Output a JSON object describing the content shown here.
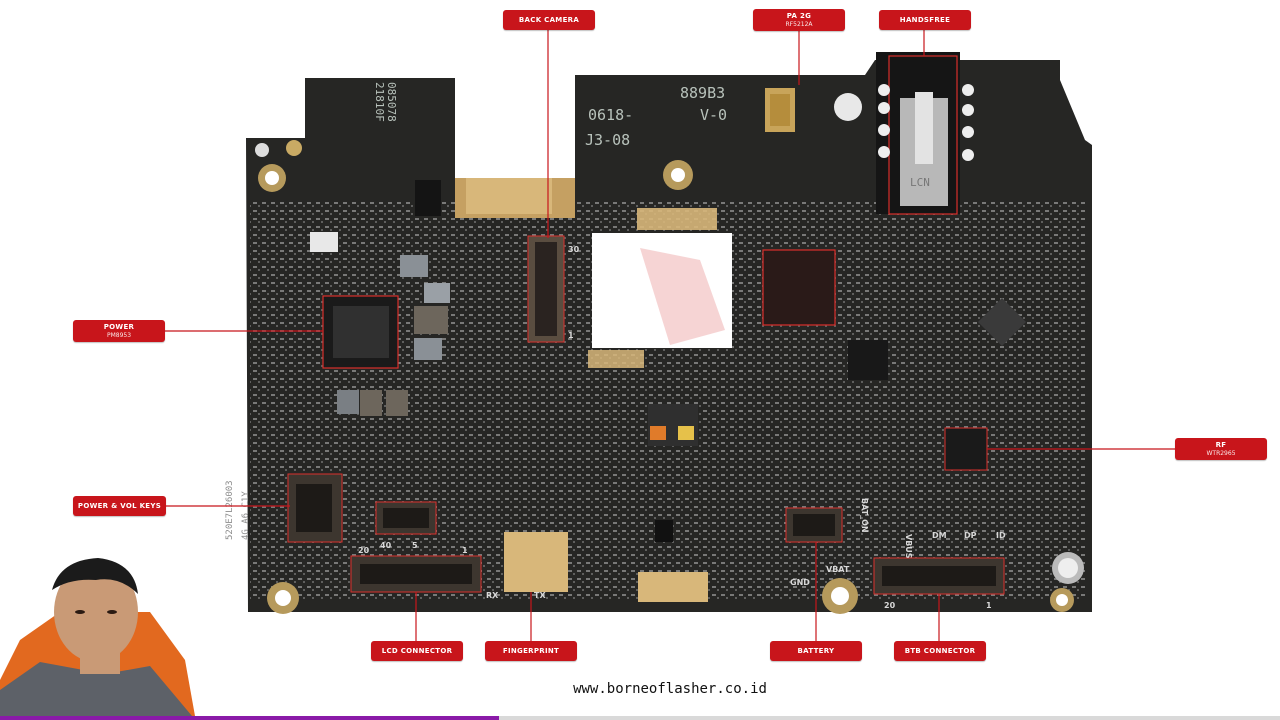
{
  "diagram": {
    "labels": [
      {
        "id": "back-camera",
        "title": "BACK CAMERA",
        "subtitle": ""
      },
      {
        "id": "pa-2g",
        "title": "PA 2G",
        "subtitle": "RF5212A"
      },
      {
        "id": "handsfree",
        "title": "HANDSFREE",
        "subtitle": ""
      },
      {
        "id": "power",
        "title": "POWER",
        "subtitle": "PM8953"
      },
      {
        "id": "rf",
        "title": "RF",
        "subtitle": "WTR2965"
      },
      {
        "id": "power-vol-keys",
        "title": "POWER & VOL KEYS",
        "subtitle": ""
      },
      {
        "id": "lcd-connector",
        "title": "LCD CONNECTOR",
        "subtitle": ""
      },
      {
        "id": "fingerprint",
        "title": "FINGERPRINT",
        "subtitle": ""
      },
      {
        "id": "battery",
        "title": "BATTERY",
        "subtitle": ""
      },
      {
        "id": "btb-connector",
        "title": "BTB CONNECTOR",
        "subtitle": ""
      }
    ],
    "board_markings": {
      "code1": "889B3",
      "code2": "V-0",
      "code3": "0618-",
      "code4": "J3-08",
      "serial1": "21810F",
      "serial2": "085078",
      "chip_text": "LCN",
      "side1": "520E7L26003",
      "side2": "4G A6 C1Y",
      "pins": [
        "30",
        "1",
        "20",
        "1",
        "40",
        "5",
        "TX",
        "RX",
        "BAT_ON",
        "GND",
        "VBAT",
        "DM",
        "DP",
        "ID",
        "VBUS",
        "20",
        "1"
      ]
    },
    "colors": {
      "label_bg": "#c8151b",
      "leader": "#c8151b",
      "board": "#262624",
      "pad_gold": "#d8b77a"
    }
  },
  "footer": {
    "website": "www.borneoflasher.co.id"
  },
  "video": {
    "progress": 0.39,
    "progress_color": "#8a1aa8"
  }
}
